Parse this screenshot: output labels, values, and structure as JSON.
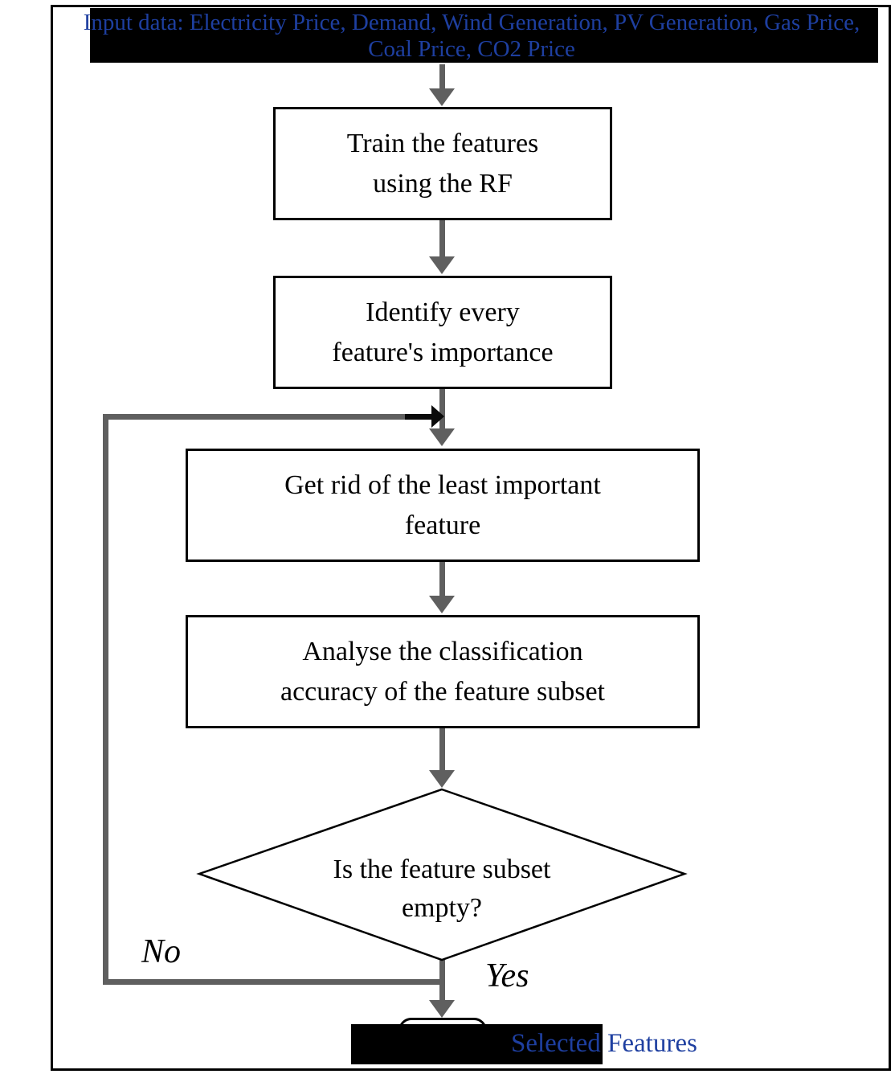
{
  "figure": {
    "input_banner": {
      "text_line1": "Input data: Electricity Price, Demand, Wind Generation, PV Generation, Gas Price,",
      "text_line2": "Coal Price, CO2 Price"
    },
    "process_boxes": [
      {
        "line1": "Train the features",
        "line2": "using the RF"
      },
      {
        "line1": "Identify every",
        "line2": "feature's importance"
      },
      {
        "line1": "Get rid of the least important",
        "line2": "feature"
      },
      {
        "line1": "Analyse the classification",
        "line2": "accuracy of the feature subset"
      }
    ],
    "decision": {
      "line1": "Is the feature subset",
      "line2": "empty?"
    },
    "branch_labels": {
      "no": "No",
      "yes": "Yes"
    },
    "terminator": {
      "label": "Selected Features"
    },
    "colors": {
      "banner_background": "#000000",
      "banner_text_blue": "#1e3fa0",
      "connector_gray": "#5f5f5f",
      "junction_arrow_black": "#0a0a0a",
      "shape_border": "#000000"
    }
  }
}
